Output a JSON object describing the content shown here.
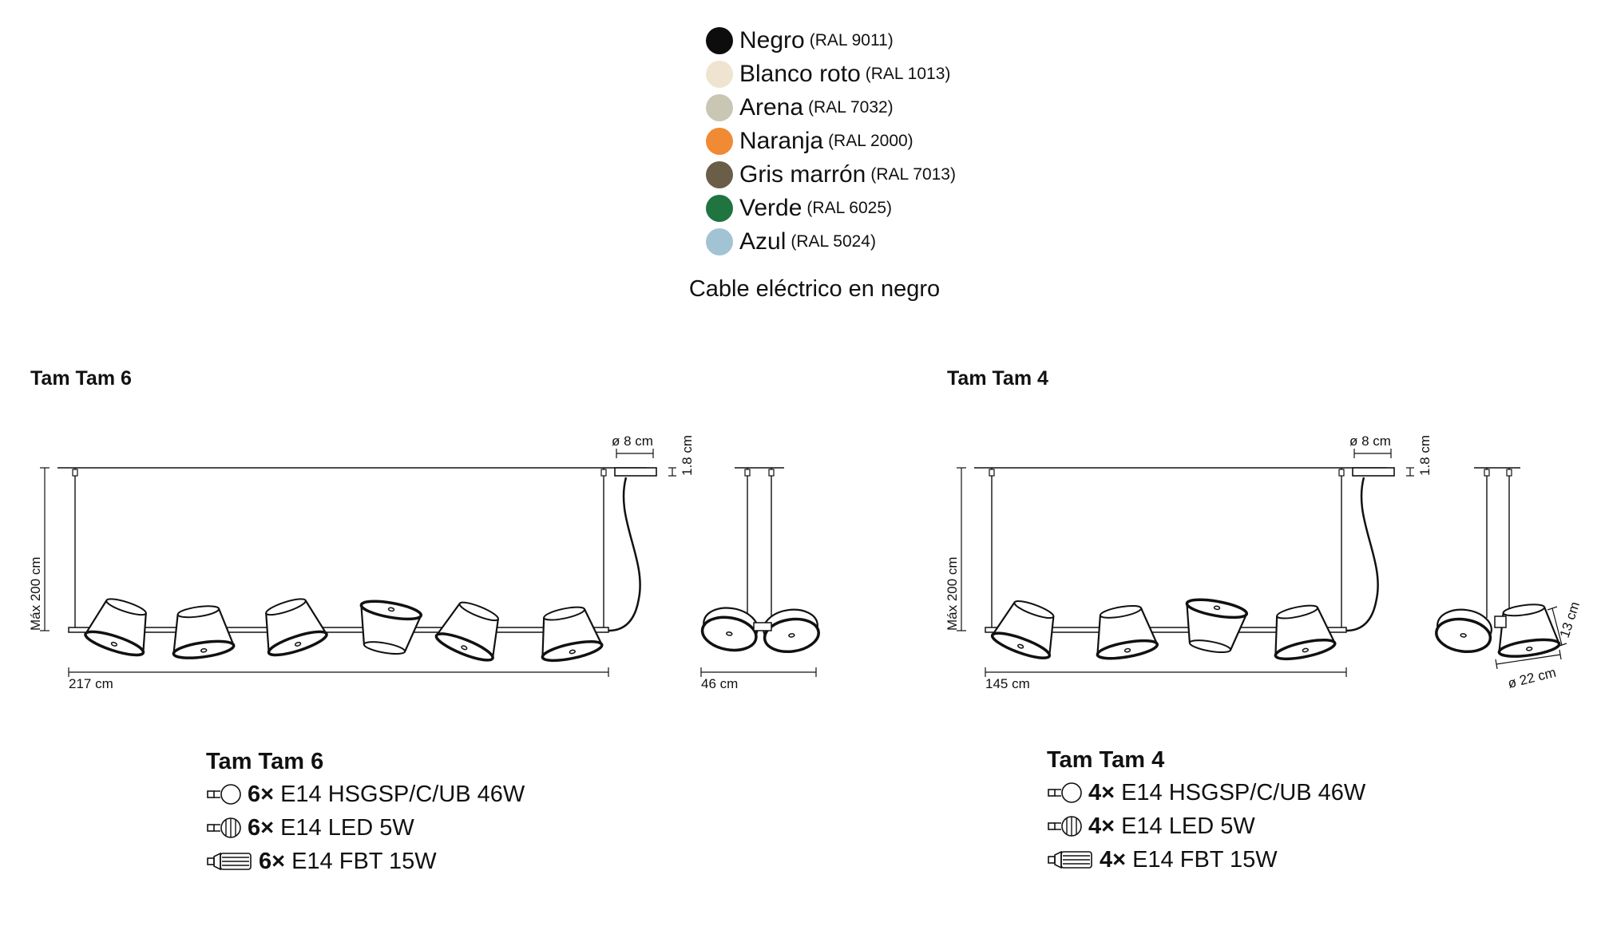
{
  "colors": [
    {
      "name": "Negro",
      "ral": "(RAL 9011)",
      "hex": "#0d0d0d"
    },
    {
      "name": "Blanco roto",
      "ral": "(RAL 1013)",
      "hex": "#efe4cf"
    },
    {
      "name": "Arena",
      "ral": "(RAL 7032)",
      "hex": "#c9c7b3"
    },
    {
      "name": "Naranja",
      "ral": "(RAL 2000)",
      "hex": "#f08a35"
    },
    {
      "name": "Gris marrón",
      "ral": "(RAL 7013)",
      "hex": "#6b5e48"
    },
    {
      "name": "Verde",
      "ral": "(RAL 6025)",
      "hex": "#20743f"
    },
    {
      "name": "Azul",
      "ral": "(RAL 5024)",
      "hex": "#a2c3d4"
    }
  ],
  "cable_note": "Cable eléctrico en negro",
  "models": [
    {
      "section_title": "Tam Tam 6",
      "dims": {
        "canopy": "ø 8 cm",
        "canopy_height": "1.8 cm",
        "height": "Máx 200 cm",
        "length": "217 cm",
        "depth": "46 cm"
      },
      "spec_title": "Tam Tam 6",
      "bulbs": [
        {
          "icon": "incandescent-bulb-icon",
          "qty": "6×",
          "spec": "E14 HSGSP/C/UB 46W"
        },
        {
          "icon": "led-bulb-icon",
          "qty": "6×",
          "spec": "E14 LED 5W"
        },
        {
          "icon": "fluorescent-bulb-icon",
          "qty": "6×",
          "spec": "E14 FBT 15W"
        }
      ]
    },
    {
      "section_title": "Tam Tam 4",
      "dims": {
        "canopy": "ø 8 cm",
        "canopy_height": "1.8 cm",
        "height": "Máx 200 cm",
        "length": "145 cm",
        "shade_height": "13 cm",
        "shade_diameter": "ø 22 cm"
      },
      "spec_title": "Tam Tam 4",
      "bulbs": [
        {
          "icon": "incandescent-bulb-icon",
          "qty": "4×",
          "spec": "E14 HSGSP/C/UB 46W"
        },
        {
          "icon": "led-bulb-icon",
          "qty": "4×",
          "spec": "E14 LED 5W"
        },
        {
          "icon": "fluorescent-bulb-icon",
          "qty": "4×",
          "spec": "E14 FBT 15W"
        }
      ]
    }
  ]
}
